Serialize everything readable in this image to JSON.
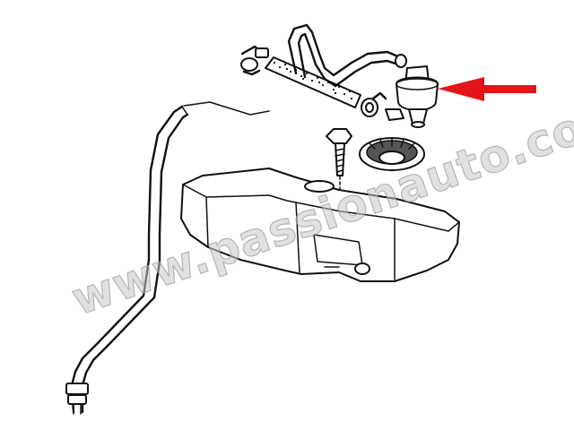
{
  "watermark": {
    "text": "www.passionauto.com"
  },
  "colors": {
    "line": "#111111",
    "arrow": "#e5141a",
    "watermark": "#c8c8c8",
    "background": "#ffffff"
  },
  "parts": [
    "long-fuel-line",
    "hose-clamp",
    "perforated-hose",
    "breather-pipe",
    "small-clamp",
    "charcoal-filter",
    "mounting-bolt",
    "rubber-grommet",
    "fuel-tank"
  ],
  "indicator": {
    "type": "arrow",
    "direction": "left",
    "target": "charcoal-filter"
  }
}
